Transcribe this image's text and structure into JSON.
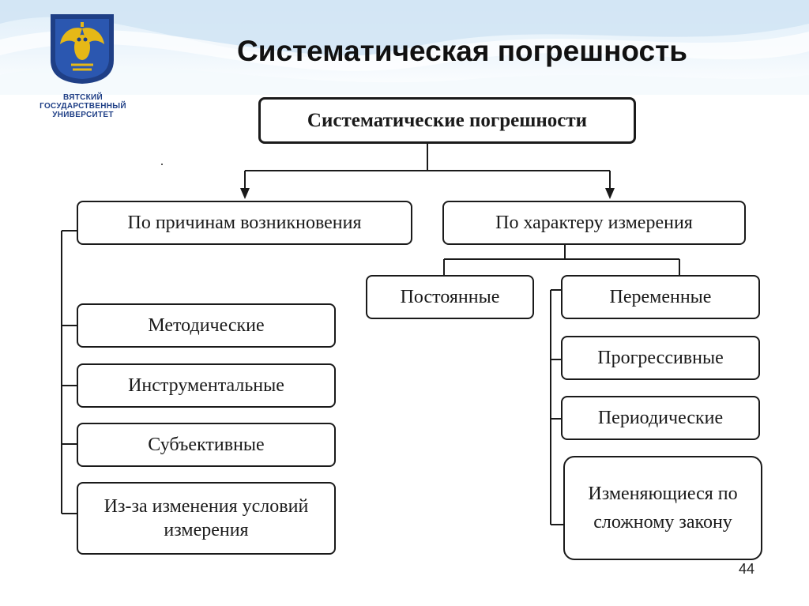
{
  "header": {
    "title": "Систематическая погрешность",
    "university_lines": [
      "ВЯТСКИЙ",
      "ГОСУДАРСТВЕННЫЙ",
      "УНИВЕРСИТЕТ"
    ]
  },
  "diagram": {
    "root": "Систематические погрешности",
    "left_branch": {
      "label": "По причинам возникновения",
      "items": [
        "Методические",
        "Инструментальные",
        "Субъективные",
        "Из-за изменения условий измерения"
      ]
    },
    "right_branch": {
      "label": "По характеру измерения",
      "constant": "Постоянные",
      "variable": {
        "label": "Переменные",
        "items": [
          "Прогрессивные",
          "Периодические",
          "Изменяющиеся по сложному закону"
        ]
      }
    }
  },
  "page_number": "44",
  "colors": {
    "brand_blue": "#1f3f86",
    "logo_gold": "#e6b817",
    "line": "#1a1a1a"
  }
}
